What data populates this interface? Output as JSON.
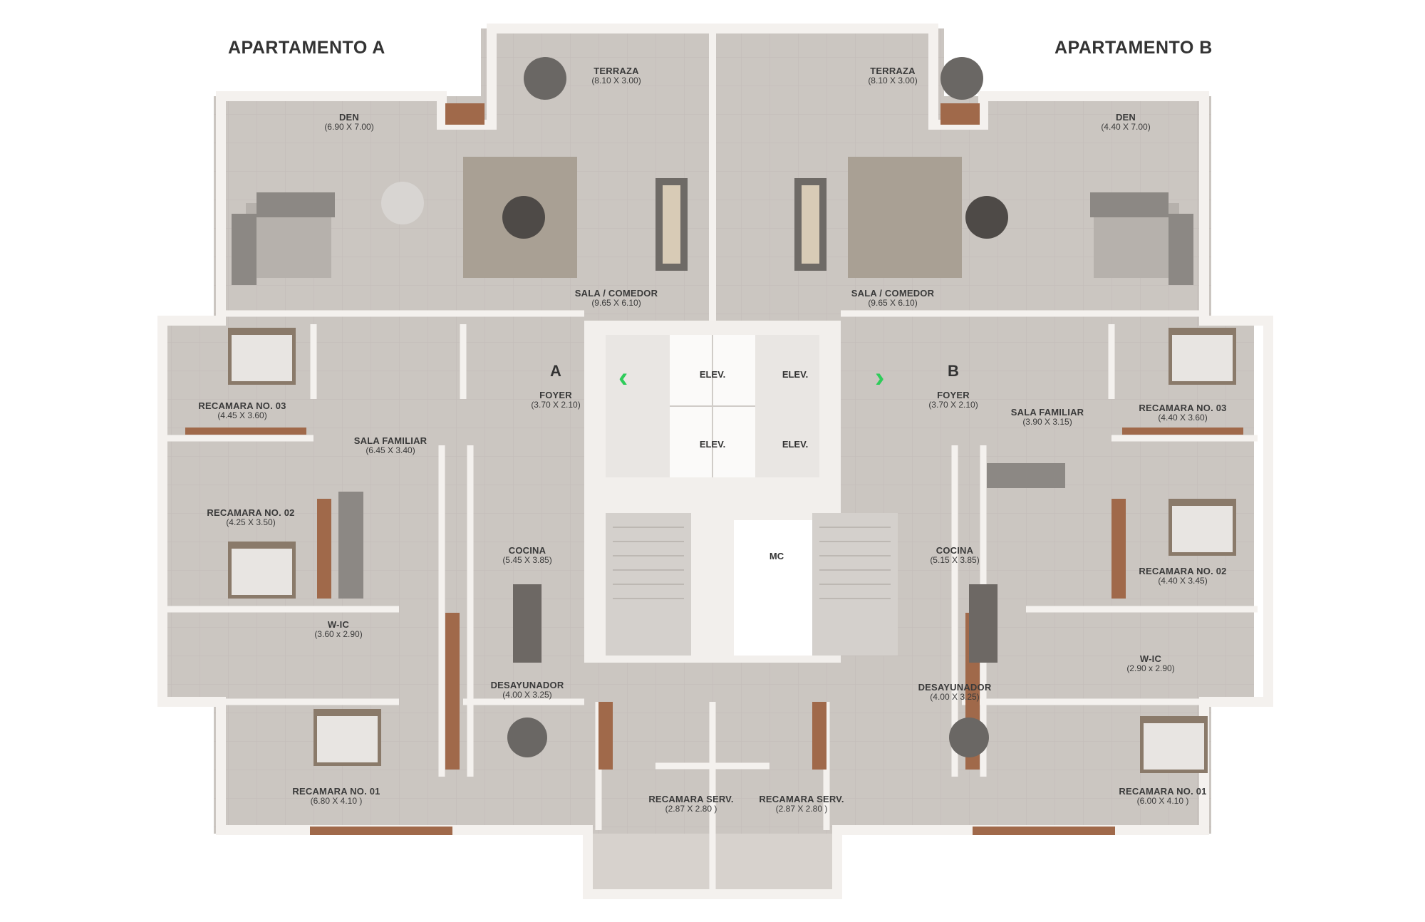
{
  "apartments": {
    "a_title": "APARTAMENTO A",
    "b_title": "APARTAMENTO B",
    "a_letter": "A",
    "b_letter": "B"
  },
  "core": {
    "elevator_label": "ELEV.",
    "mc_label": "MC"
  },
  "rooms_a": {
    "terraza": {
      "name": "TERRAZA",
      "dims": "(8.10 X 3.00)"
    },
    "den": {
      "name": "DEN",
      "dims": "(6.90 X 7.00)"
    },
    "sala_comedor": {
      "name": "SALA / COMEDOR",
      "dims": "(9.65 X 6.10)"
    },
    "foyer": {
      "name": "FOYER",
      "dims": "(3.70 X 2.10)"
    },
    "recamara_03": {
      "name": "RECAMARA NO. 03",
      "dims": "(4.45 X 3.60)"
    },
    "sala_familiar": {
      "name": "SALA FAMILIAR",
      "dims": "(6.45 X 3.40)"
    },
    "recamara_02": {
      "name": "RECAMARA NO. 02",
      "dims": "(4.25 X 3.50)"
    },
    "cocina": {
      "name": "COCINA",
      "dims": "(5.45 X 3.85)"
    },
    "wic": {
      "name": "W-IC",
      "dims": "(3.60 x 2.90)"
    },
    "desayunador": {
      "name": "DESAYUNADOR",
      "dims": "(4.00 X 3.25)"
    },
    "recamara_01": {
      "name": "RECAMARA NO. 01",
      "dims": "(6.80 X 4.10 )"
    },
    "recamara_serv": {
      "name": "RECAMARA SERV.",
      "dims": "(2.87 X 2.80 )"
    }
  },
  "rooms_b": {
    "terraza": {
      "name": "TERRAZA",
      "dims": "(8.10 X 3.00)"
    },
    "den": {
      "name": "DEN",
      "dims": "(4.40 X 7.00)"
    },
    "sala_comedor": {
      "name": "SALA / COMEDOR",
      "dims": "(9.65 X 6.10)"
    },
    "foyer": {
      "name": "FOYER",
      "dims": "(3.70 X 2.10)"
    },
    "sala_familiar": {
      "name": "SALA FAMILIAR",
      "dims": "(3.90 X 3.15)"
    },
    "recamara_03": {
      "name": "RECAMARA NO. 03",
      "dims": "(4.40 X 3.60)"
    },
    "recamara_02": {
      "name": "RECAMARA NO. 02",
      "dims": "(4.40 X 3.45)"
    },
    "cocina": {
      "name": "COCINA",
      "dims": "(5.15 X 3.85)"
    },
    "wic": {
      "name": "W-IC",
      "dims": "(2.90 x 2.90)"
    },
    "desayunador": {
      "name": "DESAYUNADOR",
      "dims": "(4.00 X 3.25)"
    },
    "recamara_01": {
      "name": "RECAMARA NO. 01",
      "dims": "(6.00 X 4.10 )"
    },
    "recamara_serv": {
      "name": "RECAMARA SERV.",
      "dims": "(2.87 X 2.80 )"
    }
  },
  "colors": {
    "floor": "#c9c4bf",
    "wall": "#f4f1ee",
    "wood": "#a0694a",
    "arrow": "#2ecc5a",
    "text": "#3a3a3a"
  }
}
